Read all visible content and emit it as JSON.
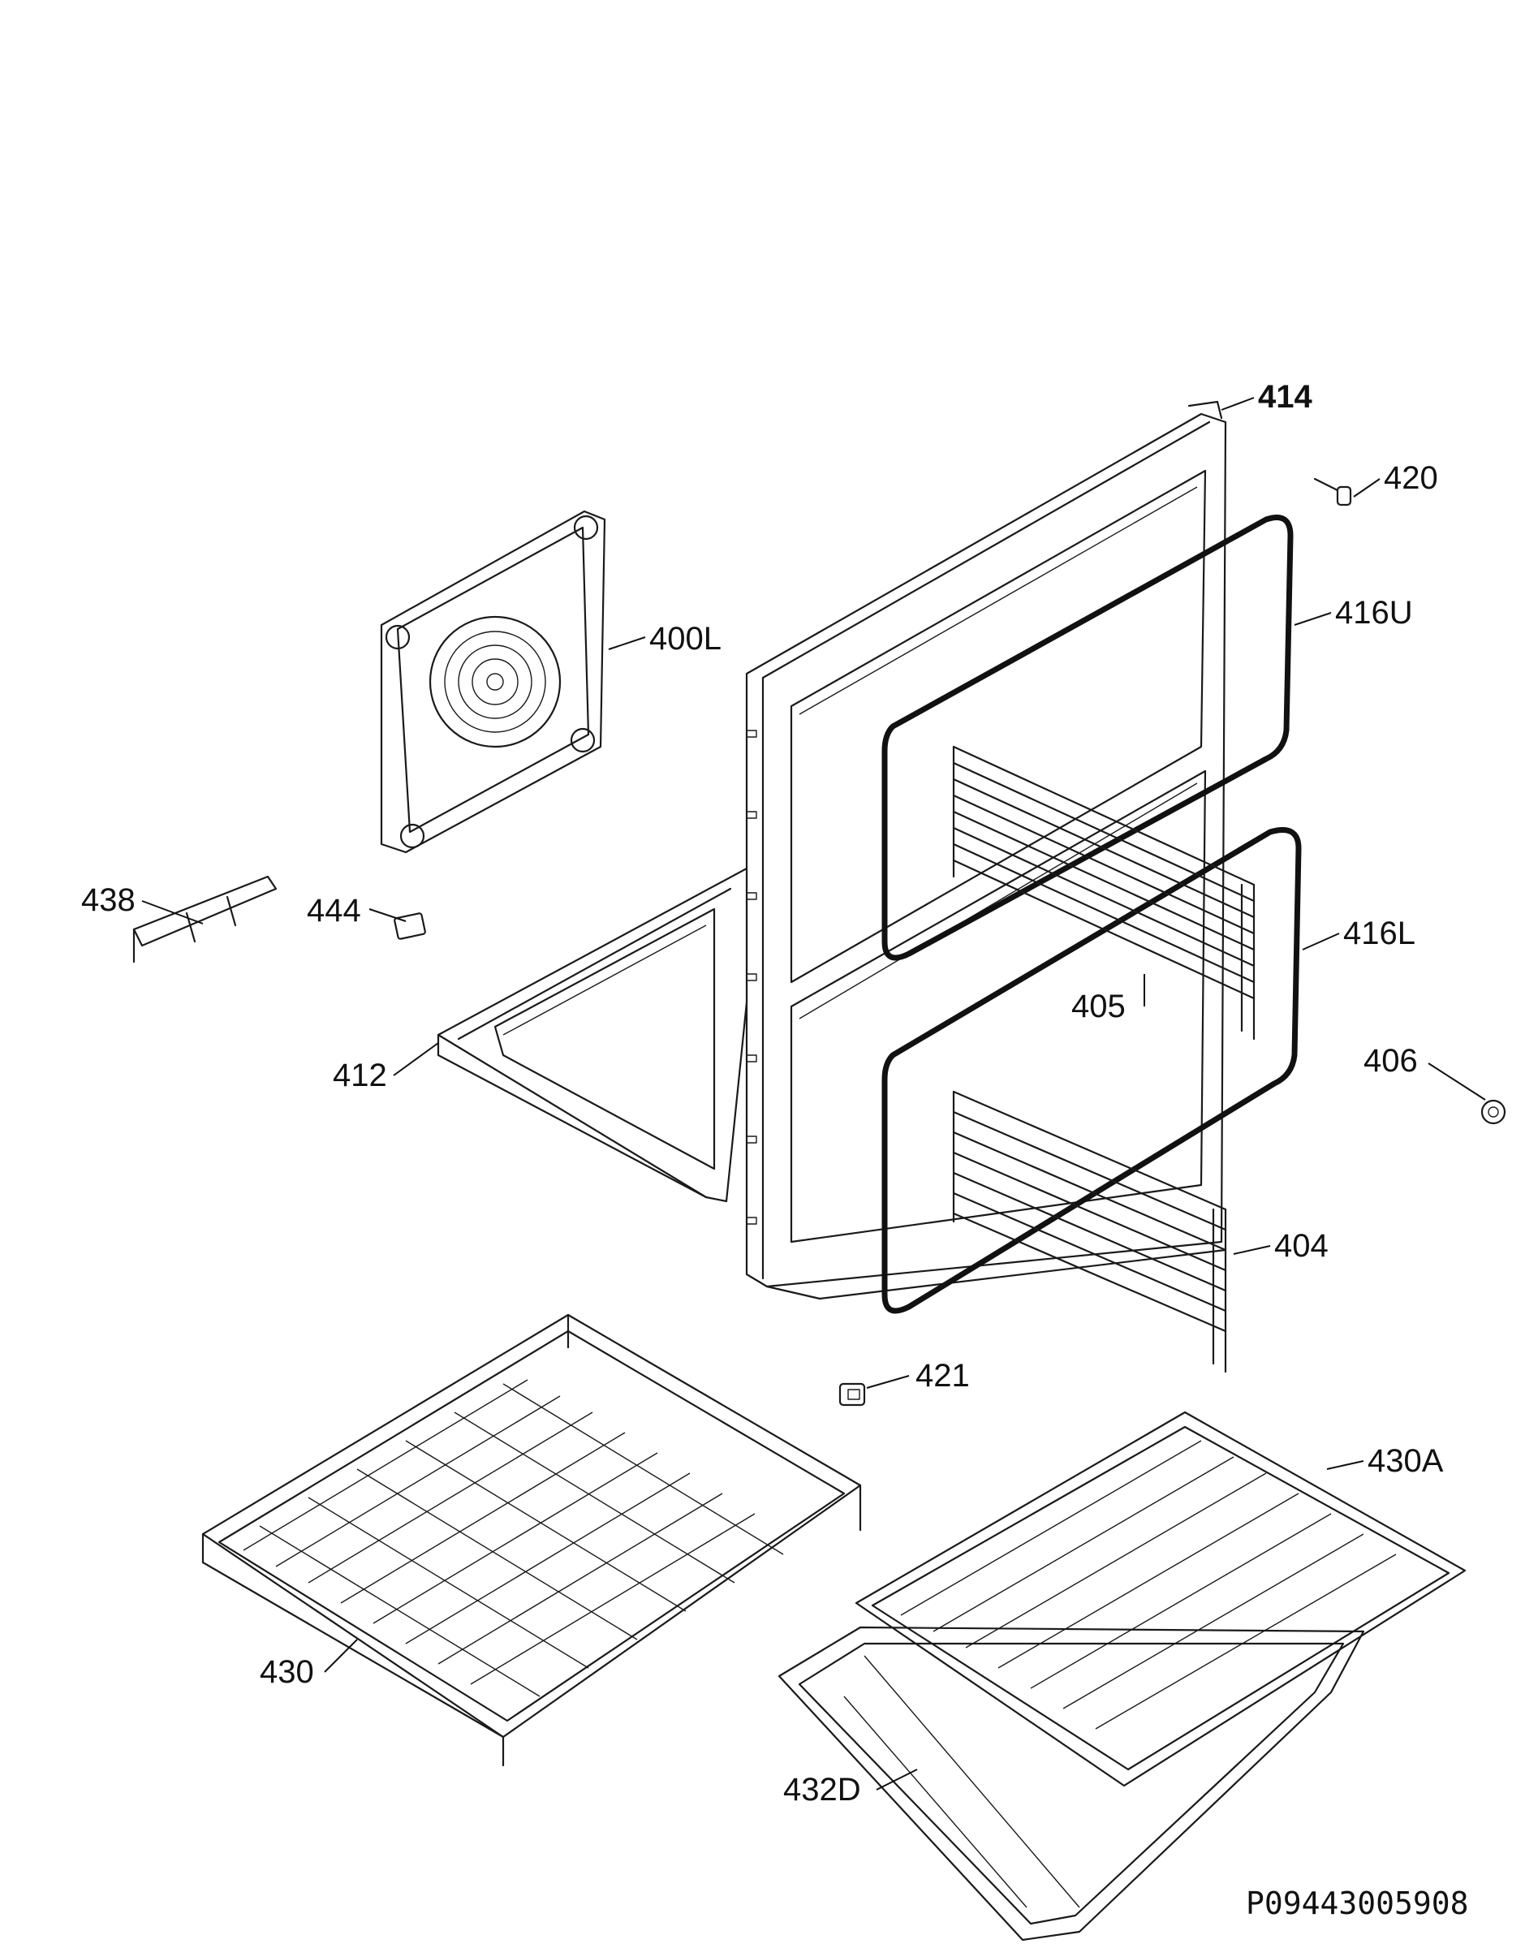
{
  "diagram": {
    "parts": [
      {
        "id": "p414",
        "label": "414"
      },
      {
        "id": "p420",
        "label": "420"
      },
      {
        "id": "p416U",
        "label": "416U"
      },
      {
        "id": "p400L",
        "label": "400L"
      },
      {
        "id": "p438",
        "label": "438"
      },
      {
        "id": "p444",
        "label": "444"
      },
      {
        "id": "p416L",
        "label": "416L"
      },
      {
        "id": "p405",
        "label": "405"
      },
      {
        "id": "p412",
        "label": "412"
      },
      {
        "id": "p406",
        "label": "406"
      },
      {
        "id": "p404",
        "label": "404"
      },
      {
        "id": "p421",
        "label": "421"
      },
      {
        "id": "p430A",
        "label": "430A"
      },
      {
        "id": "p430",
        "label": "430"
      },
      {
        "id": "p432D",
        "label": "432D"
      }
    ],
    "drawing_code": "P09443005908"
  }
}
